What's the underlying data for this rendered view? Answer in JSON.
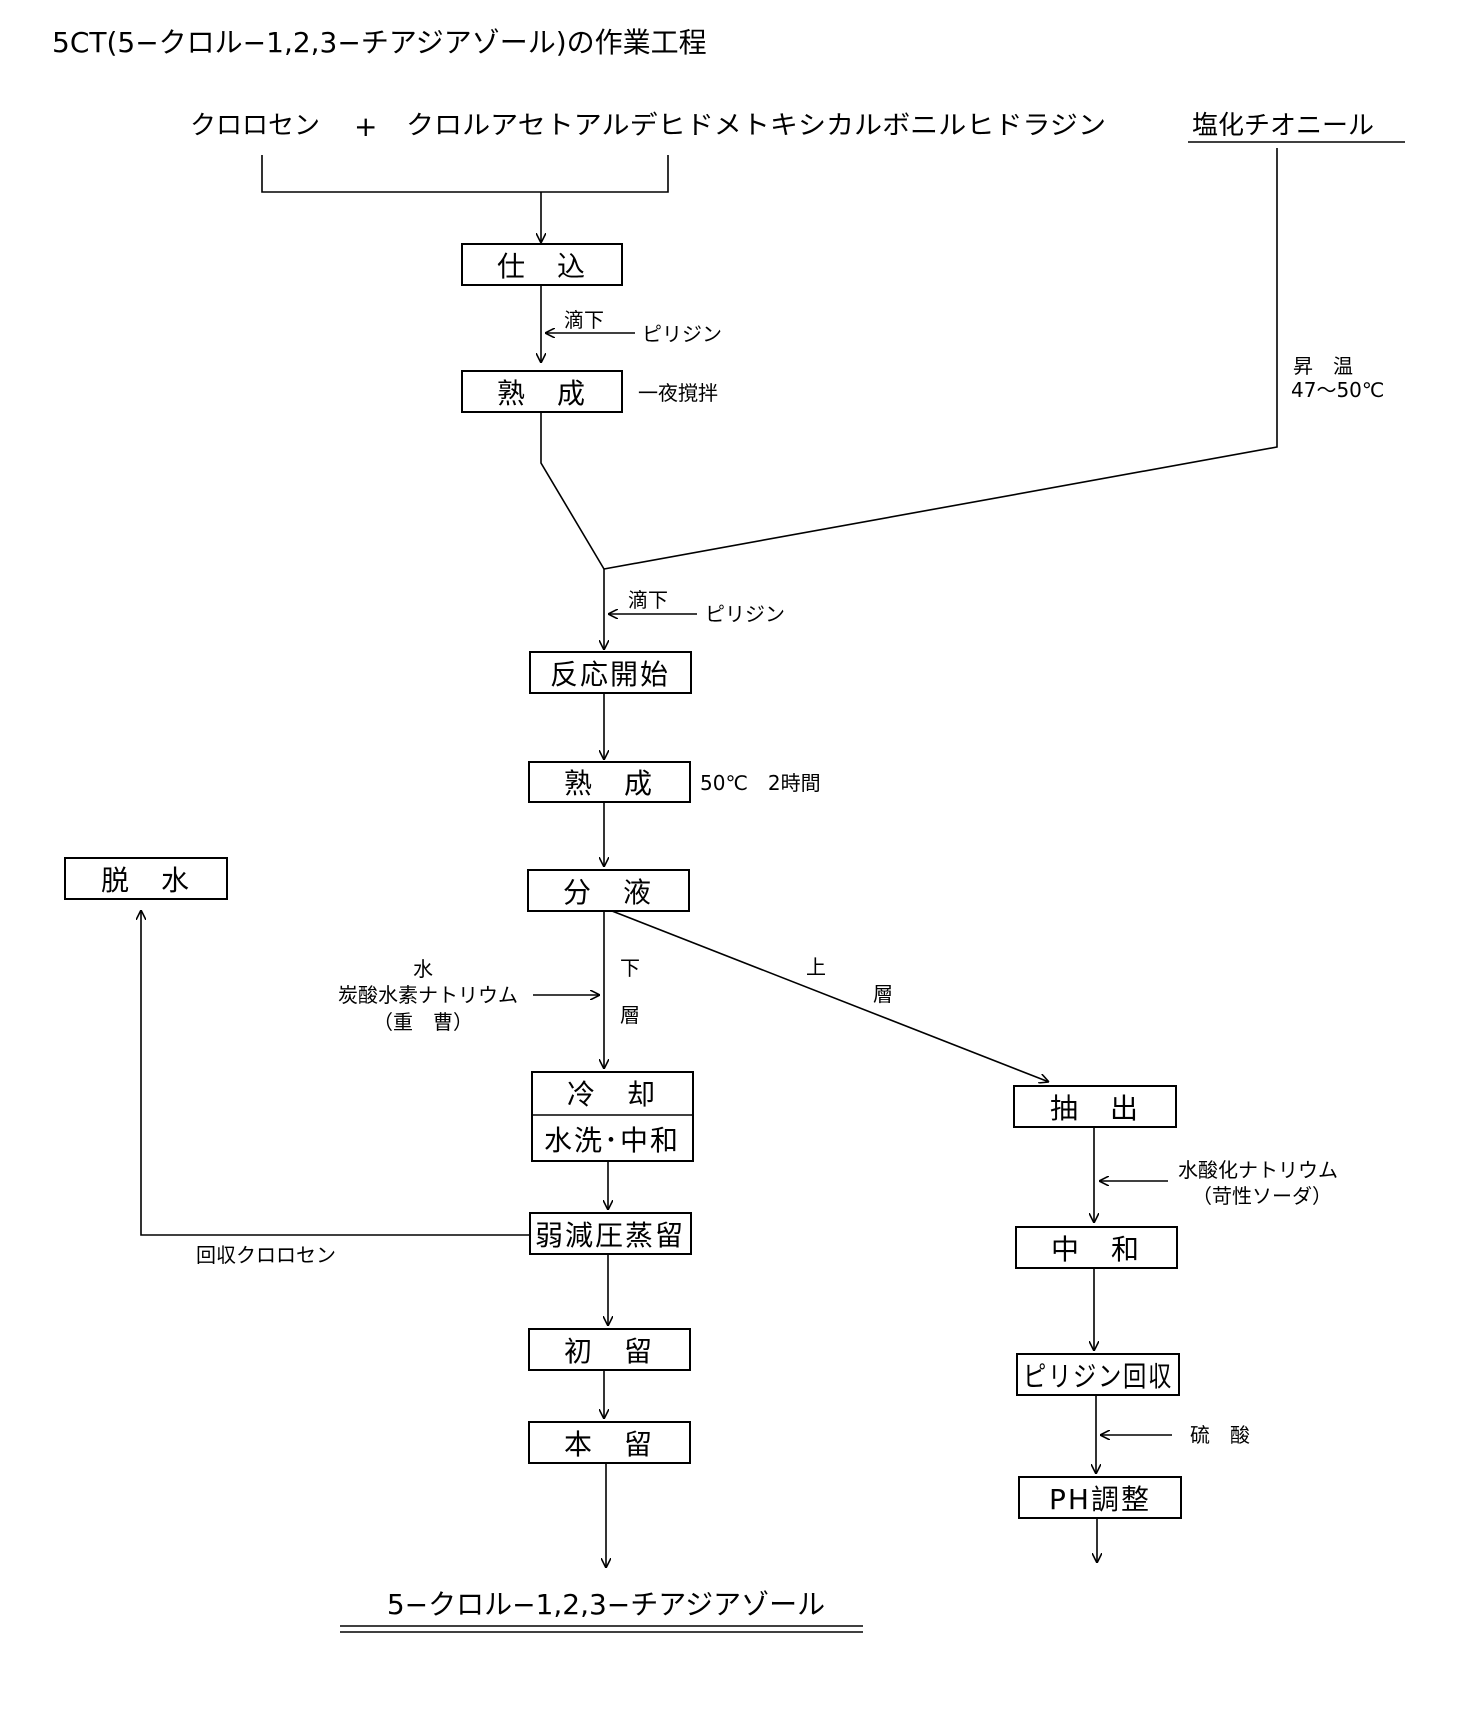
{
  "title": "5CT(5−クロル−1,2,3−チアジアゾール)の作業工程",
  "inputs": {
    "reagent_a": "クロロセン",
    "plus": "+",
    "reagent_b": "クロルアセトアルデヒドメトキシカルボニルヒドラジン",
    "reagent_c": "塩化チオニール"
  },
  "steps": {
    "charge": "仕　込",
    "aging1": "熟　成",
    "reaction_start": "反応開始",
    "aging2": "熟　成",
    "separation": "分　液",
    "cooling": "冷　却",
    "wash_neutralize": "水洗･中和",
    "weak_vacuum_distill": "弱減圧蒸留",
    "first_fraction": "初　留",
    "main_fraction": "本　留",
    "dehydration": "脱　水",
    "extraction": "抽　出",
    "neutralization": "中　和",
    "pyridine_recovery": "ピリジン回収",
    "ph_adjust": "PH調整"
  },
  "annotations": {
    "drip1": "滴下",
    "pyridine1": "ピリジン",
    "stir_overnight": "一夜撹拌",
    "heat_line1": "昇　温",
    "heat_line2": "47～50℃",
    "drip2": "滴下",
    "pyridine2": "ピリジン",
    "aging_cond": "50℃　2時間",
    "water": "水",
    "bicarb": "炭酸水素ナトリウム",
    "bicarb_alias": "（重　曹）",
    "lower_1": "下",
    "lower_2": "層",
    "upper_1": "上",
    "upper_2": "層",
    "naoh": "水酸化ナトリウム",
    "naoh_alias": "（苛性ソーダ）",
    "recovered": "回収クロロセン",
    "sulfuric": "硫　酸"
  },
  "product": "5−クロル−1,2,3−チアジアゾール"
}
